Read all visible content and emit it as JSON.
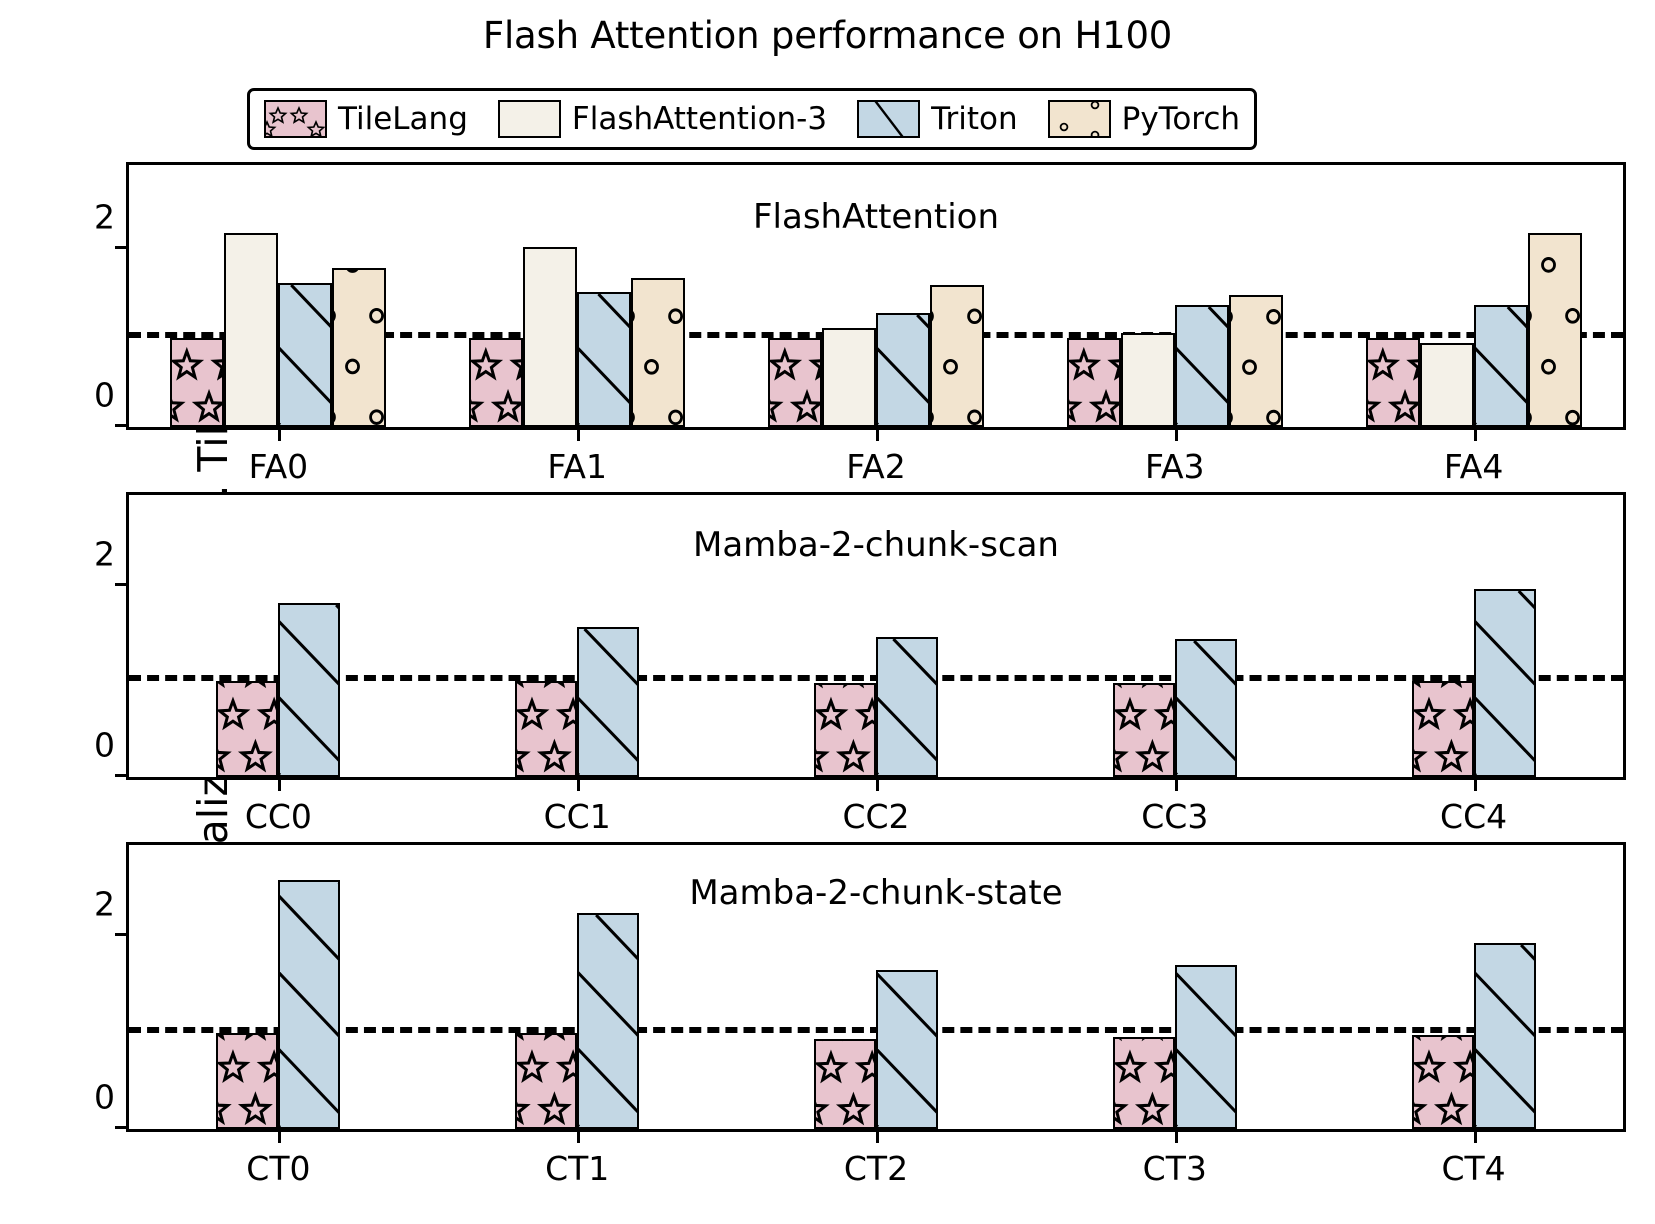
{
  "chart_data": {
    "type": "bar",
    "title": "Flash Attention performance on H100",
    "xlabel": "",
    "ylabel": "Normalized latency Vs. TileLang",
    "ylim": [
      0,
      2.95
    ],
    "yticks": [
      0,
      2
    ],
    "ytick_labels": [
      "0",
      "2"
    ],
    "grid": false,
    "legend_position": "top",
    "reference_line": {
      "value": 1.0,
      "style": "dashed",
      "color": "#000000"
    },
    "series_names": [
      "TileLang",
      "FlashAttention-3",
      "Triton",
      "PyTorch"
    ],
    "series_colors": [
      "#e8c4ce",
      "#f4f1e8",
      "#c3d7e4",
      "#f2e4cf"
    ],
    "panels": [
      {
        "title": "FlashAttention",
        "categories": [
          "FA0",
          "FA1",
          "FA2",
          "FA3",
          "FA4"
        ],
        "series": [
          {
            "name": "TileLang",
            "values": [
              1.0,
              1.0,
              1.0,
              1.0,
              1.0
            ]
          },
          {
            "name": "FlashAttention-3",
            "values": [
              2.19,
              2.03,
              1.11,
              1.06,
              0.95
            ]
          },
          {
            "name": "Triton",
            "values": [
              1.62,
              1.52,
              1.28,
              1.37,
              1.37
            ]
          },
          {
            "name": "PyTorch",
            "values": [
              1.79,
              1.68,
              1.6,
              1.49,
              2.19
            ]
          }
        ]
      },
      {
        "title": "Mamba-2-chunk-scan",
        "categories": [
          "CC0",
          "CC1",
          "CC2",
          "CC3",
          "CC4"
        ],
        "series": [
          {
            "name": "TileLang",
            "values": [
              1.0,
              1.0,
              0.98,
              0.98,
              1.0
            ]
          },
          {
            "name": "Triton",
            "values": [
              1.82,
              1.57,
              1.46,
              1.44,
              1.97
            ]
          }
        ]
      },
      {
        "title": "Mamba-2-chunk-state",
        "categories": [
          "CT0",
          "CT1",
          "CT2",
          "CT3",
          "CT4"
        ],
        "series": [
          {
            "name": "TileLang",
            "values": [
              1.0,
              1.0,
              0.94,
              0.96,
              0.98
            ]
          },
          {
            "name": "Triton",
            "values": [
              2.59,
              2.24,
              1.65,
              1.7,
              1.93
            ]
          }
        ]
      }
    ]
  },
  "legend": {
    "items": [
      {
        "label": "TileLang",
        "icon": "star-hatch-swatch"
      },
      {
        "label": "FlashAttention-3",
        "icon": "plain-swatch"
      },
      {
        "label": "Triton",
        "icon": "diagonal-hatch-swatch"
      },
      {
        "label": "PyTorch",
        "icon": "circle-hatch-swatch"
      }
    ]
  }
}
